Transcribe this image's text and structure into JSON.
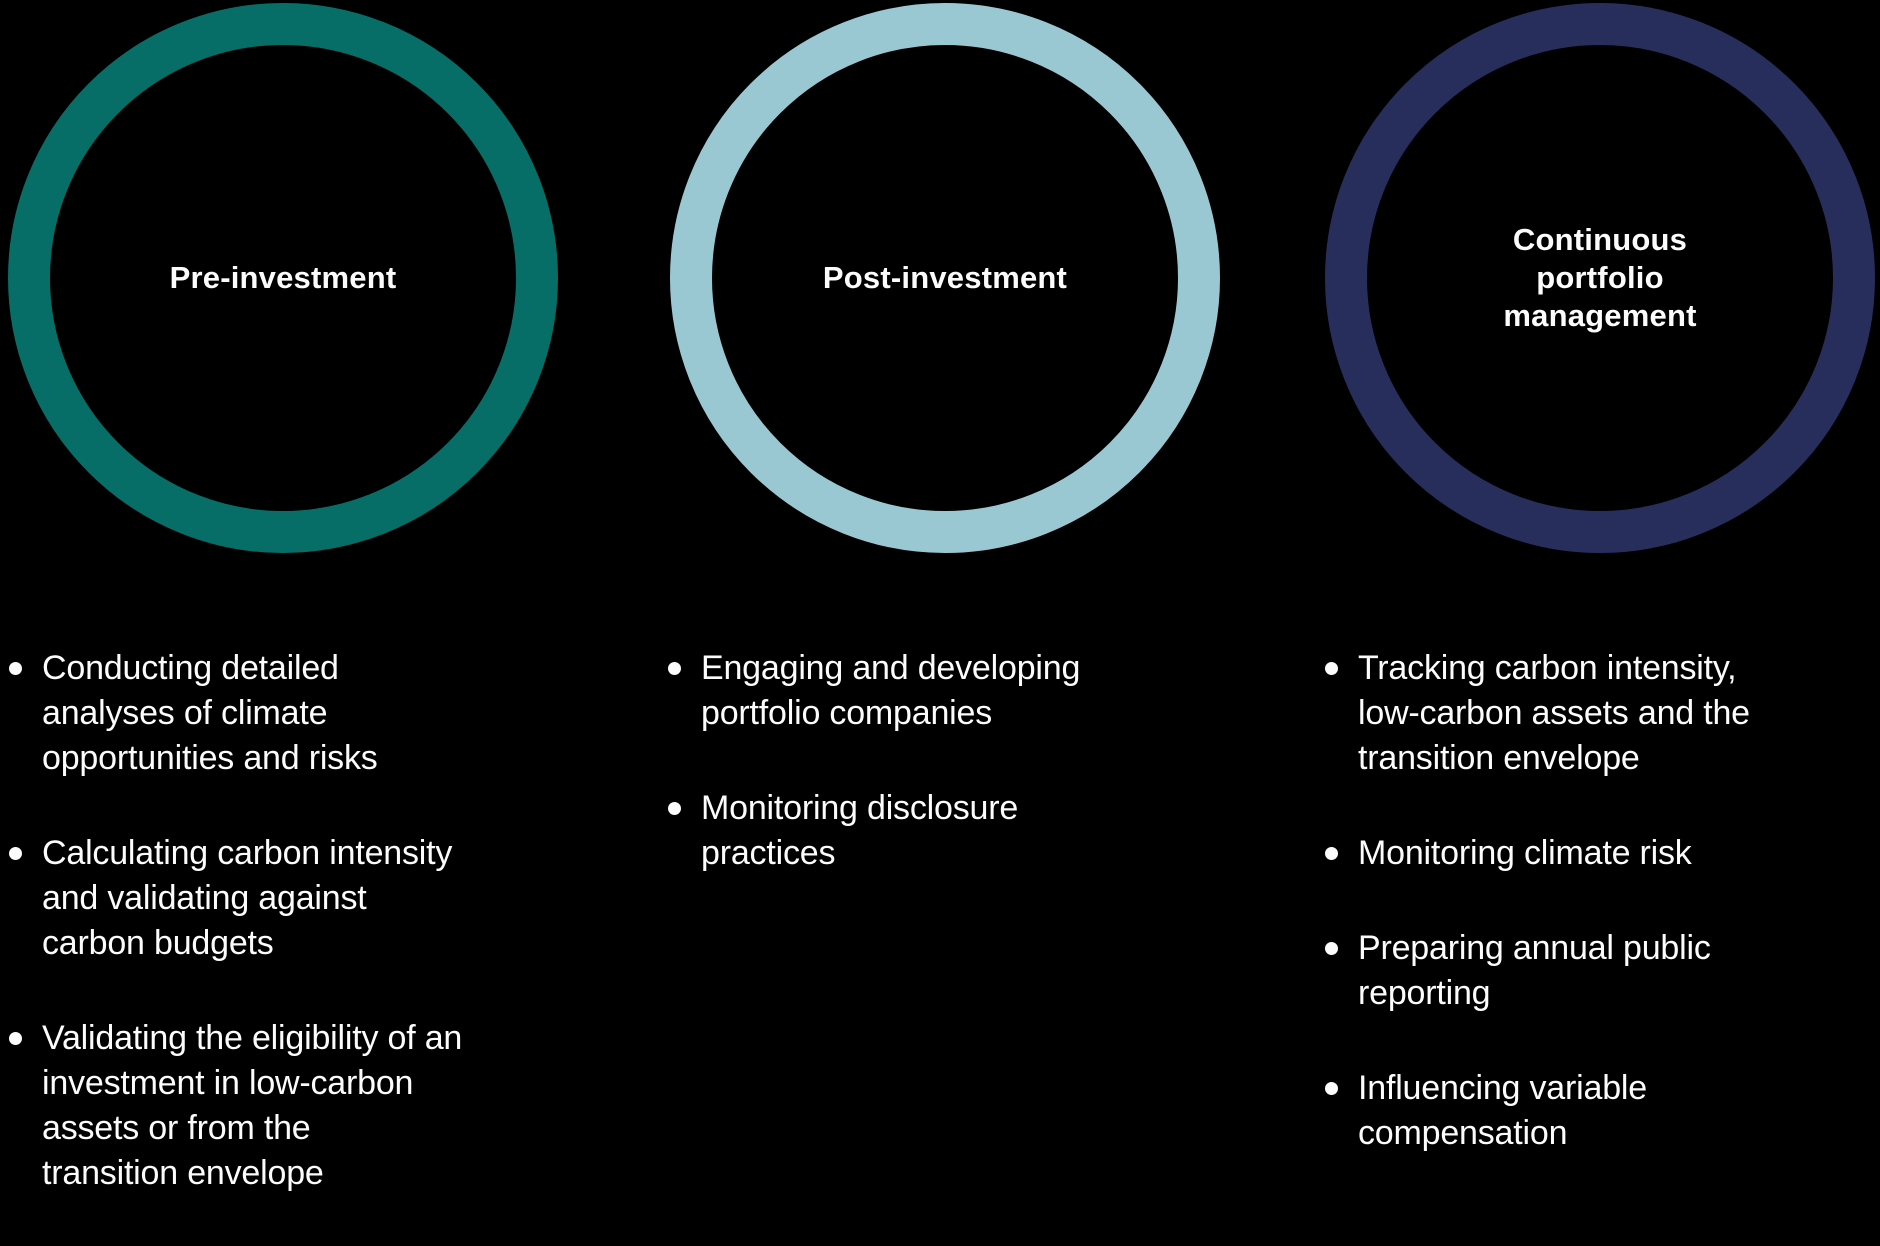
{
  "diagram": {
    "background_color": "#000000",
    "text_color": "#fcfcfc",
    "columns": [
      {
        "title": "Pre-investment",
        "ring_color": "#076d67",
        "bullets": [
          {
            "lines": [
              "Conducting detailed",
              "analyses of climate",
              "opportunities and risks"
            ]
          },
          {
            "lines": [
              "Calculating carbon intensity",
              "and validating against",
              "carbon budgets"
            ]
          },
          {
            "lines": [
              "Validating the eligibility of an",
              "investment in low-carbon",
              "assets or from the",
              "transition envelope"
            ]
          }
        ]
      },
      {
        "title": "Post-investment",
        "ring_color": "#99c8d2",
        "bullets": [
          {
            "lines": [
              "Engaging and developing",
              "portfolio companies"
            ]
          },
          {
            "lines": [
              "Monitoring disclosure",
              "practices"
            ]
          }
        ]
      },
      {
        "title": "Continuous portfolio management",
        "ring_color": "#272e5c",
        "bullets": [
          {
            "lines": [
              "Tracking carbon intensity,",
              "low-carbon assets and the",
              "transition envelope"
            ]
          },
          {
            "lines": [
              "Monitoring climate risk"
            ]
          },
          {
            "lines": [
              "Preparing annual public",
              "reporting"
            ]
          },
          {
            "lines": [
              "Influencing variable",
              "compensation"
            ]
          }
        ]
      }
    ]
  }
}
